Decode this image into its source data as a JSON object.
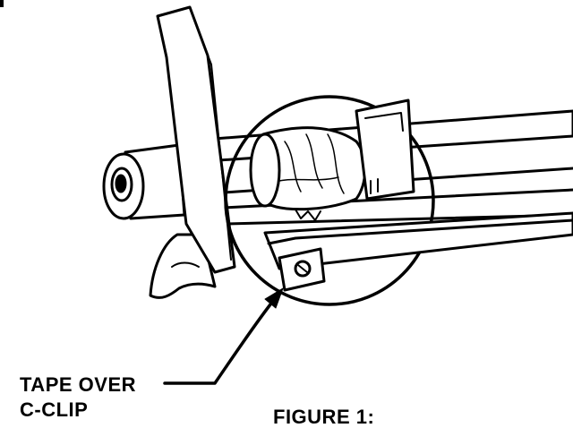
{
  "diagram": {
    "callout": {
      "line1": "TAPE OVER",
      "line2": "C-CLIP"
    },
    "caption": "FIGURE 1:",
    "colors": {
      "ink": "#000000",
      "paper": "#ffffff"
    }
  }
}
